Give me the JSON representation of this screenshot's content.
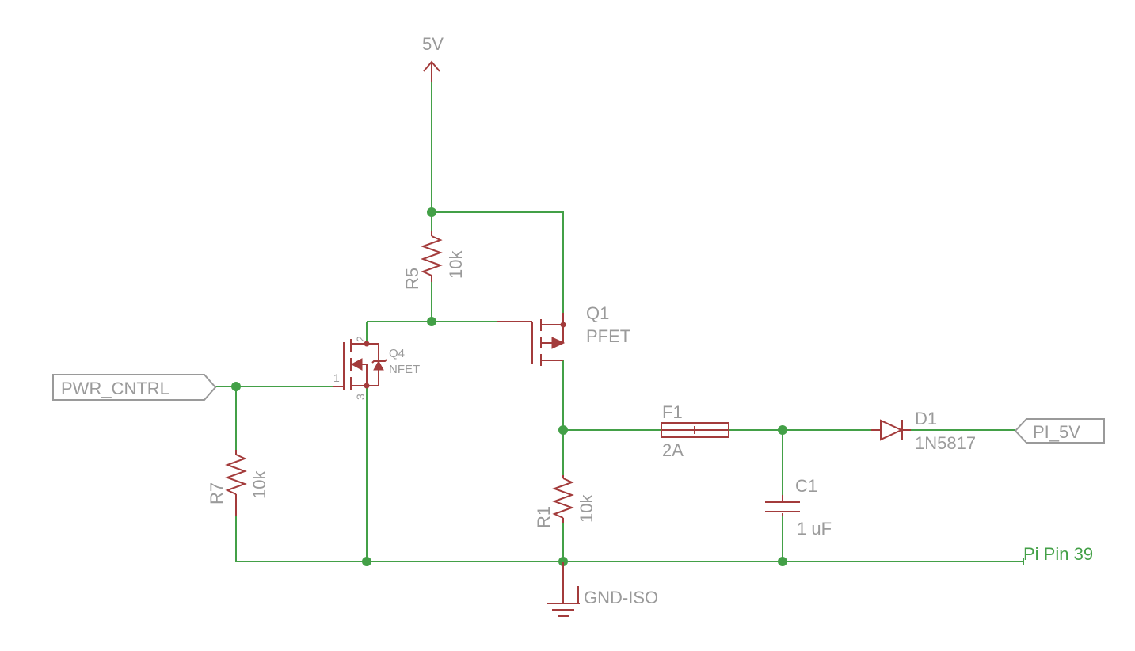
{
  "power": {
    "supply": "5V",
    "ground": "GND-ISO"
  },
  "ports": {
    "input": "PWR_CNTRL",
    "output": "PI_5V"
  },
  "net_labels": {
    "ground_pin": "Pi Pin 39"
  },
  "components": {
    "R5": {
      "name": "R5",
      "value": "10k"
    },
    "R7": {
      "name": "R7",
      "value": "10k"
    },
    "R1": {
      "name": "R1",
      "value": "10k"
    },
    "Q1": {
      "name": "Q1",
      "value": "PFET"
    },
    "Q4": {
      "name": "Q4",
      "value": "NFET",
      "pins": [
        "1",
        "2",
        "3"
      ]
    },
    "F1": {
      "name": "F1",
      "value": "2A"
    },
    "C1": {
      "name": "C1",
      "value": "1 uF"
    },
    "D1": {
      "name": "D1",
      "value": "1N5817"
    }
  }
}
